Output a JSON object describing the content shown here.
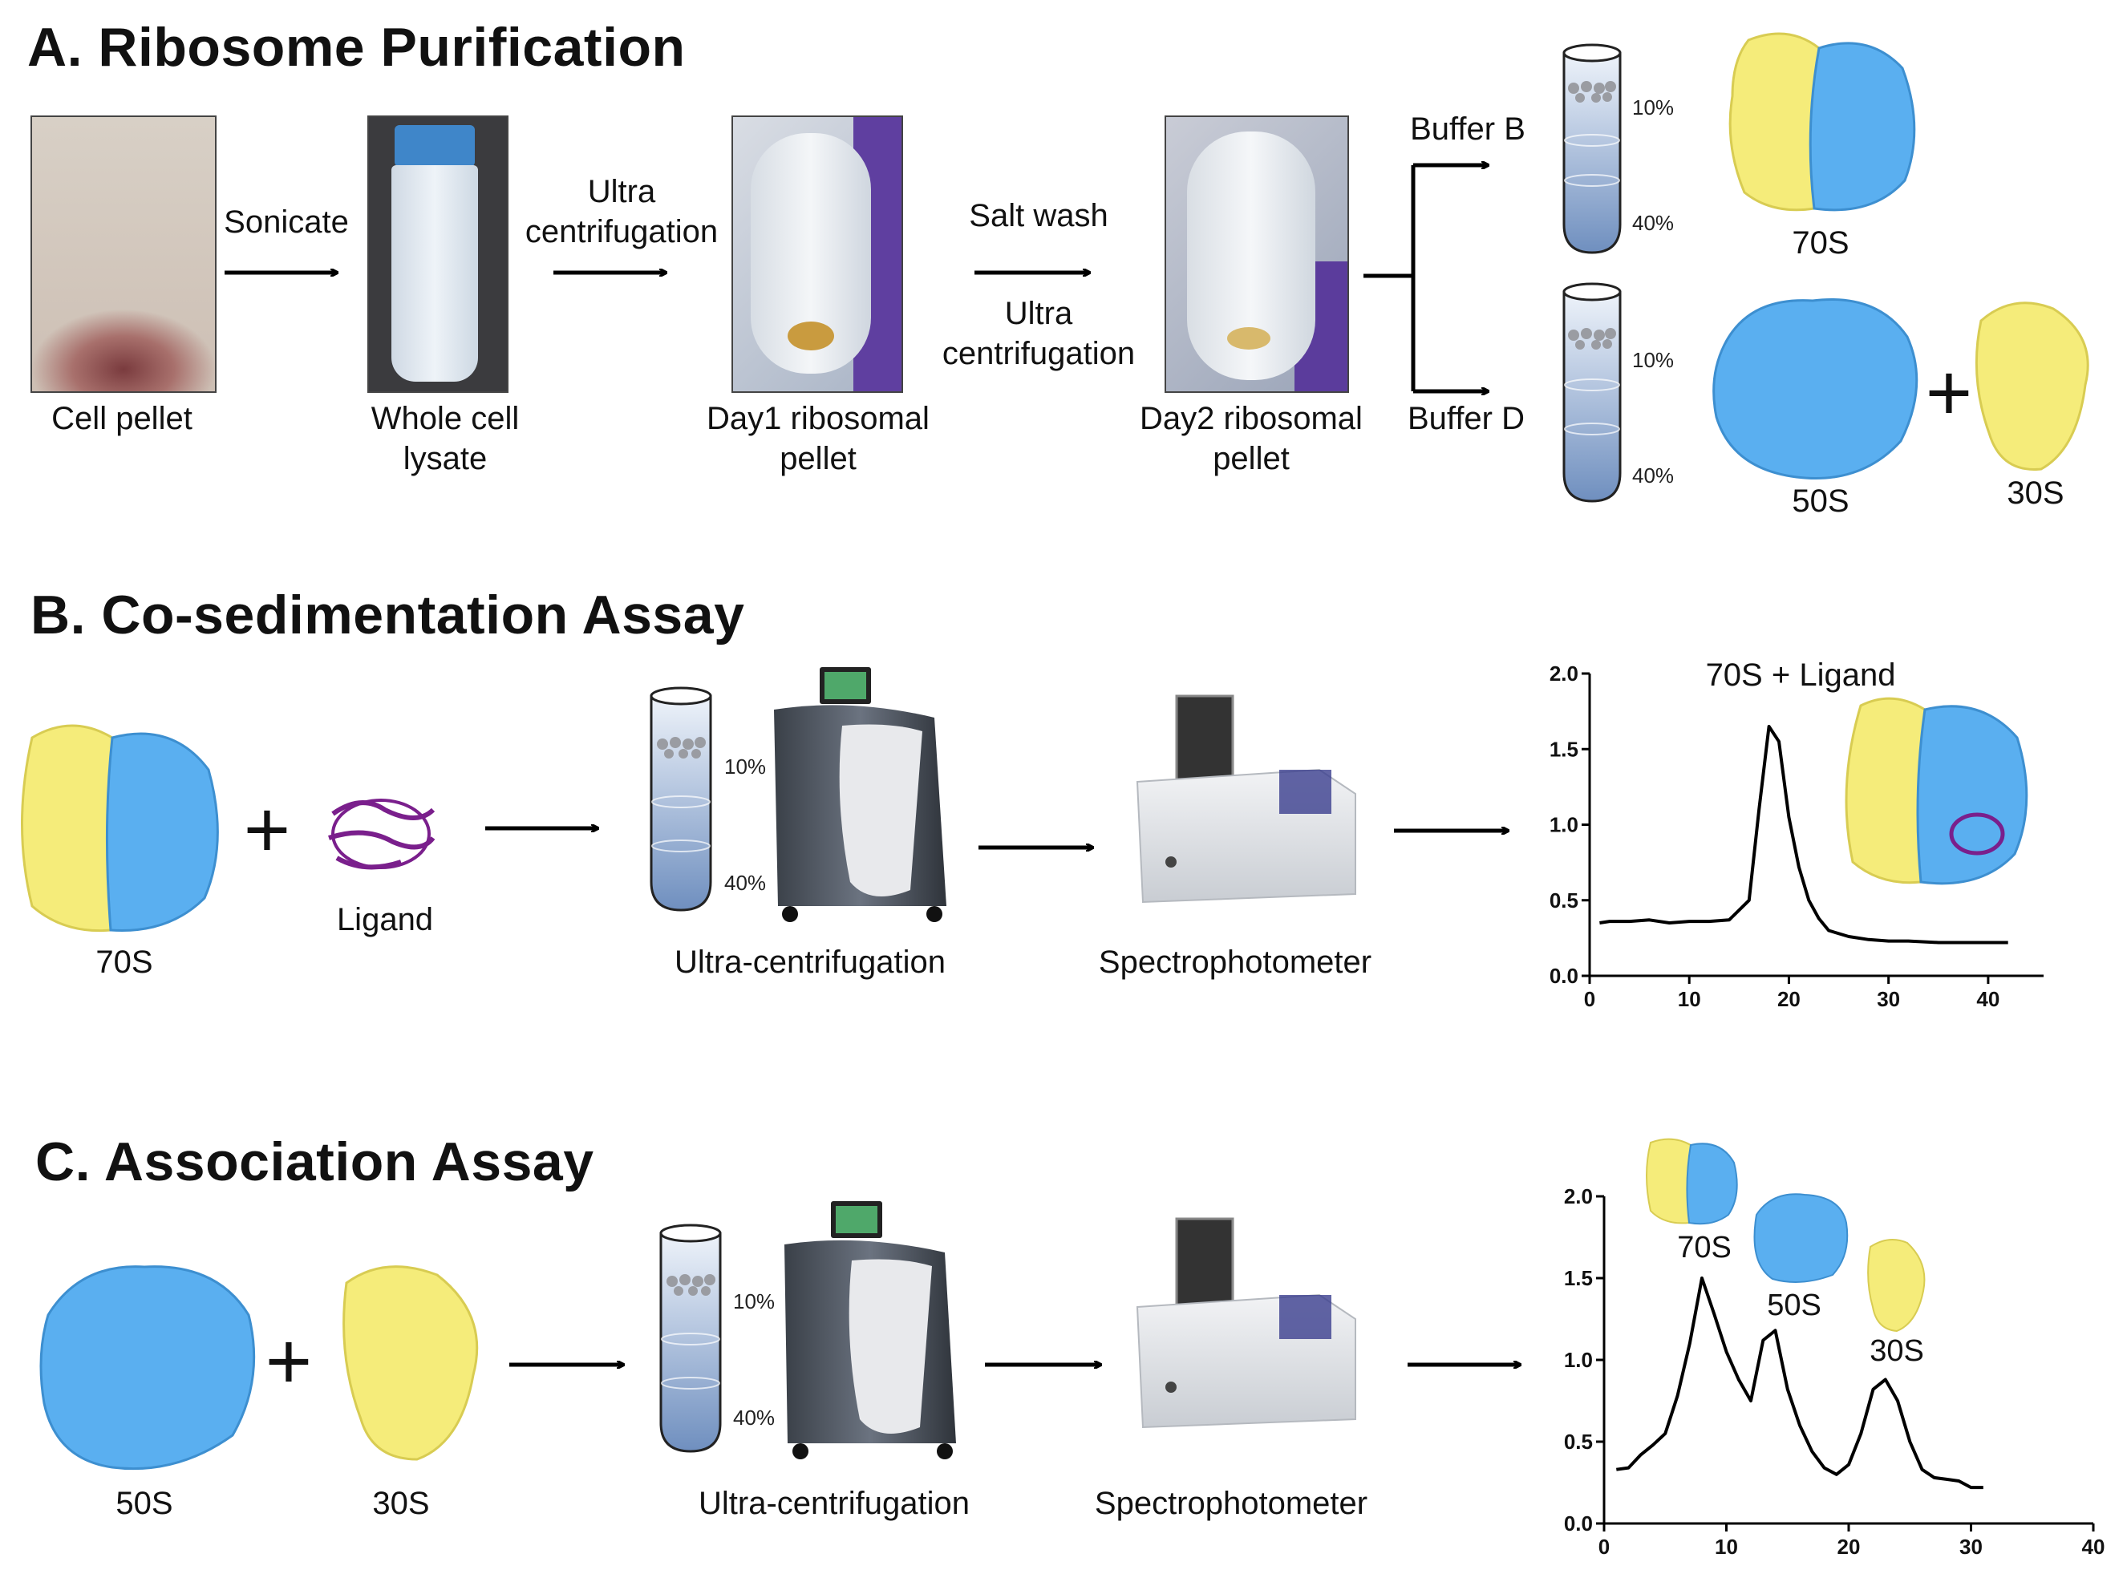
{
  "sections": {
    "a": {
      "heading": "A. Ribosome Purification",
      "photo_labels": {
        "cell_pellet": "Cell pellet",
        "whole_cell_lysate_1": "Whole cell",
        "whole_cell_lysate_2": "lysate",
        "day1_1": "Day1 ribosomal",
        "day1_2": "pellet",
        "day2_1": "Day2 ribosomal",
        "day2_2": "pellet"
      },
      "steps": {
        "sonicate": "Sonicate",
        "ultra_1": "Ultra",
        "ultra_2": "centrifugation",
        "salt_wash": "Salt wash",
        "ultra2_1": "Ultra",
        "ultra2_2": "centrifugation"
      },
      "buffers": {
        "b": "Buffer B",
        "d": "Buffer D"
      },
      "gradient": {
        "top": "10%",
        "bottom": "40%"
      },
      "ribosomes": {
        "r70": "70S",
        "r50": "50S",
        "r30": "30S"
      },
      "plus": "+"
    },
    "b": {
      "heading": "B. Co-sedimentation Assay",
      "labels": {
        "r70": "70S",
        "ligand": "Ligand",
        "ultracentrifugation": "Ultra-centrifugation",
        "spectrophotometer": "Spectrophotometer"
      },
      "gradient": {
        "top": "10%",
        "bottom": "40%"
      },
      "plus": "+"
    },
    "c": {
      "heading": "C. Association Assay",
      "labels": {
        "r50": "50S",
        "r30": "30S",
        "ultracentrifugation": "Ultra-centrifugation",
        "spectrophotometer": "Spectrophotometer"
      },
      "gradient": {
        "top": "10%",
        "bottom": "40%"
      },
      "plus": "+"
    }
  },
  "colors": {
    "large_subunit": "#5aaff0",
    "small_subunit": "#f5ec7a",
    "ligand": "#7a1f8c"
  },
  "chart_data": [
    {
      "type": "line",
      "title": "70S + Ligand",
      "xlabel": "",
      "ylabel": "",
      "xlim": [
        0,
        45
      ],
      "ylim": [
        0,
        2.0
      ],
      "xticks": [
        "0",
        "10",
        "20",
        "30",
        "40"
      ],
      "yticks": [
        "0.0",
        "0.5",
        "1.0",
        "1.5",
        "2.0"
      ],
      "x": [
        1,
        2,
        4,
        6,
        8,
        10,
        12,
        14,
        16,
        17,
        18,
        19,
        20,
        21,
        22,
        23,
        24,
        26,
        28,
        30,
        32,
        35,
        38,
        42
      ],
      "y": [
        0.35,
        0.36,
        0.36,
        0.37,
        0.35,
        0.36,
        0.36,
        0.37,
        0.5,
        1.1,
        1.65,
        1.55,
        1.05,
        0.72,
        0.5,
        0.38,
        0.3,
        0.26,
        0.24,
        0.23,
        0.23,
        0.22,
        0.22,
        0.22
      ]
    },
    {
      "type": "line",
      "title": "",
      "xlabel": "",
      "ylabel": "",
      "xlim": [
        0,
        40
      ],
      "ylim": [
        0,
        2.0
      ],
      "xticks": [
        "0",
        "10",
        "20",
        "30",
        "40"
      ],
      "yticks": [
        "0.0",
        "0.5",
        "1.0",
        "1.5",
        "2.0"
      ],
      "annotations": [
        "70S",
        "50S",
        "30S"
      ],
      "x": [
        1,
        2,
        3,
        4,
        5,
        6,
        7,
        8,
        9,
        10,
        11,
        12,
        13,
        14,
        15,
        16,
        17,
        18,
        19,
        20,
        21,
        22,
        23,
        24,
        25,
        26,
        27,
        28,
        29,
        30,
        31
      ],
      "y": [
        0.33,
        0.34,
        0.42,
        0.48,
        0.55,
        0.78,
        1.1,
        1.5,
        1.28,
        1.05,
        0.88,
        0.75,
        1.12,
        1.18,
        0.82,
        0.6,
        0.44,
        0.34,
        0.3,
        0.36,
        0.55,
        0.82,
        0.88,
        0.75,
        0.5,
        0.33,
        0.28,
        0.27,
        0.26,
        0.22,
        0.22
      ]
    }
  ]
}
